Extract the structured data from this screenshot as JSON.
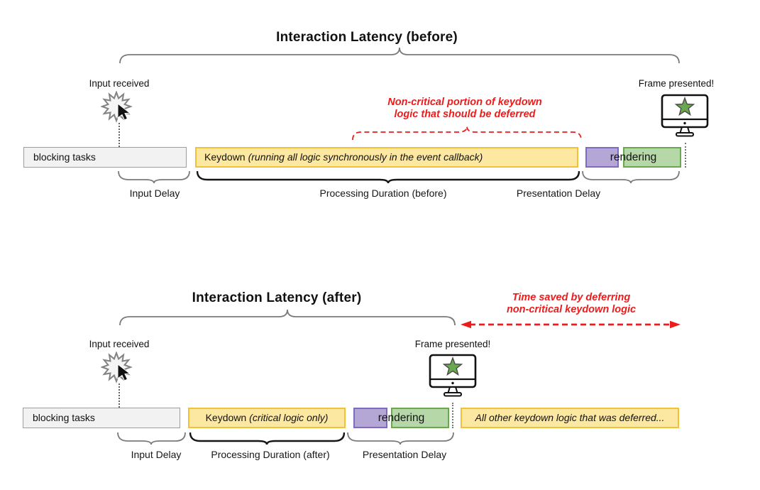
{
  "colors": {
    "yellow_fill": "#fce8a0",
    "yellow_border": "#f0c239",
    "purple_fill": "#b4a7d6",
    "purple_border": "#7e6bc0",
    "green_fill": "#b6d7a8",
    "green_border": "#6aa84f",
    "gray_fill": "#f2f2f2",
    "gray_border": "#9e9e9e",
    "red": "#ec1c1c",
    "brace_gray": "#7a7a7a",
    "brace_black": "#151515",
    "star_green": "#6aa84f"
  },
  "icons": {
    "input_click": "starburst-cursor-icon",
    "frame_presented": "monitor-with-star-icon"
  },
  "before": {
    "title": "Interaction Latency (before)",
    "input_received": "Input received",
    "frame_presented": "Frame presented!",
    "annotation": {
      "line1": "Non-critical portion of keydown",
      "line2": "logic that should be deferred"
    },
    "bars": {
      "blocking": "blocking tasks",
      "keydown_prefix": "Keydown",
      "keydown_italic": "(running all logic synchronously in the event callback)",
      "rendering": "rendering"
    },
    "labels": {
      "input_delay": "Input Delay",
      "processing": "Processing Duration (before)",
      "presentation": "Presentation Delay"
    }
  },
  "after": {
    "title": "Interaction Latency (after)",
    "input_received": "Input received",
    "frame_presented": "Frame presented!",
    "annotation": {
      "line1": "Time saved by deferring",
      "line2": "non-critical keydown logic"
    },
    "bars": {
      "blocking": "blocking tasks",
      "keydown_prefix": "Keydown",
      "keydown_italic": "(critical logic only)",
      "rendering": "rendering",
      "deferred": "All other keydown logic that was deferred..."
    },
    "labels": {
      "input_delay": "Input Delay",
      "processing": "Processing Duration (after)",
      "presentation": "Presentation Delay"
    }
  }
}
